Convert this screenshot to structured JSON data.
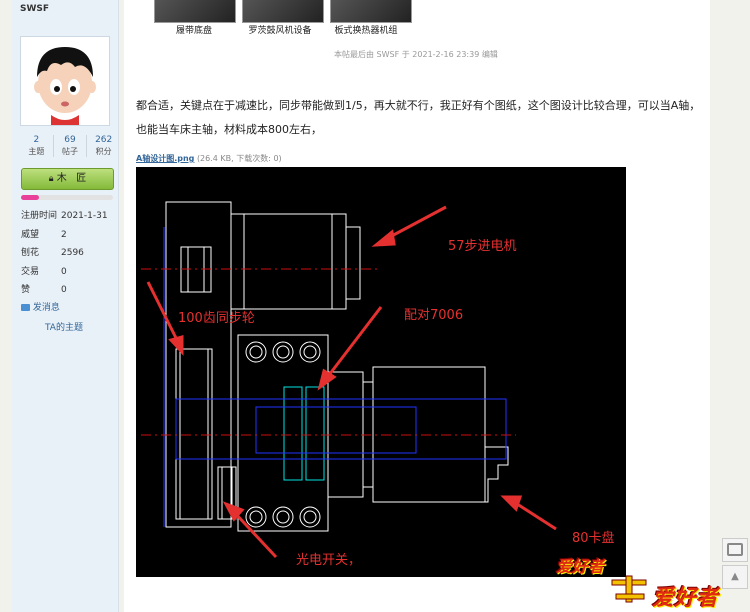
{
  "user": {
    "name": "SWSF",
    "stats": [
      {
        "value": "2",
        "label": "主题"
      },
      {
        "value": "69",
        "label": "帖子"
      },
      {
        "value": "262",
        "label": "积分"
      }
    ],
    "rank": "木   匠",
    "progress_fraction": 0.2,
    "info": [
      {
        "key": "注册时间",
        "value": "2021-1-31"
      },
      {
        "key": "威望",
        "value": "2"
      },
      {
        "key": "刨花",
        "value": "2596"
      },
      {
        "key": "交易",
        "value": "0"
      },
      {
        "key": "赞",
        "value": "0"
      }
    ],
    "send_message": "发消息",
    "ta_topics": "TA的主题"
  },
  "post": {
    "thumb_labels": [
      "履带底盘",
      "罗茨鼓风机设备",
      "板式换热器机组"
    ],
    "edit_note": "本帖最后由 SWSF 于 2021-2-16 23:39 编辑",
    "content": "都合适，关键点在于减速比，同步带能做到1/5，再大就不行，我正好有个图纸，这个图设计比较合理，可以当A轴，也能当车床主轴，材料成本800左右，",
    "attachment_name": "A轴设计图.png",
    "attachment_meta": "(26.4 KB, 下载次数: 0)"
  },
  "drawing": {
    "labels": {
      "stepper": "57步进电机",
      "pulley": "100齿同步轮",
      "bearing": "配对7006",
      "sensor": "光电开关，",
      "chuck": "80卡盘"
    },
    "watermark_brand": "爱好者",
    "watermark_mark": "木工"
  },
  "tools": {
    "comment_icon": "comment-icon",
    "top_icon": "back-to-top-icon"
  },
  "colors": {
    "annotation": "#e53030",
    "link": "#336699",
    "rank_green": "#84b93a",
    "progress_pink": "#e8409a"
  }
}
